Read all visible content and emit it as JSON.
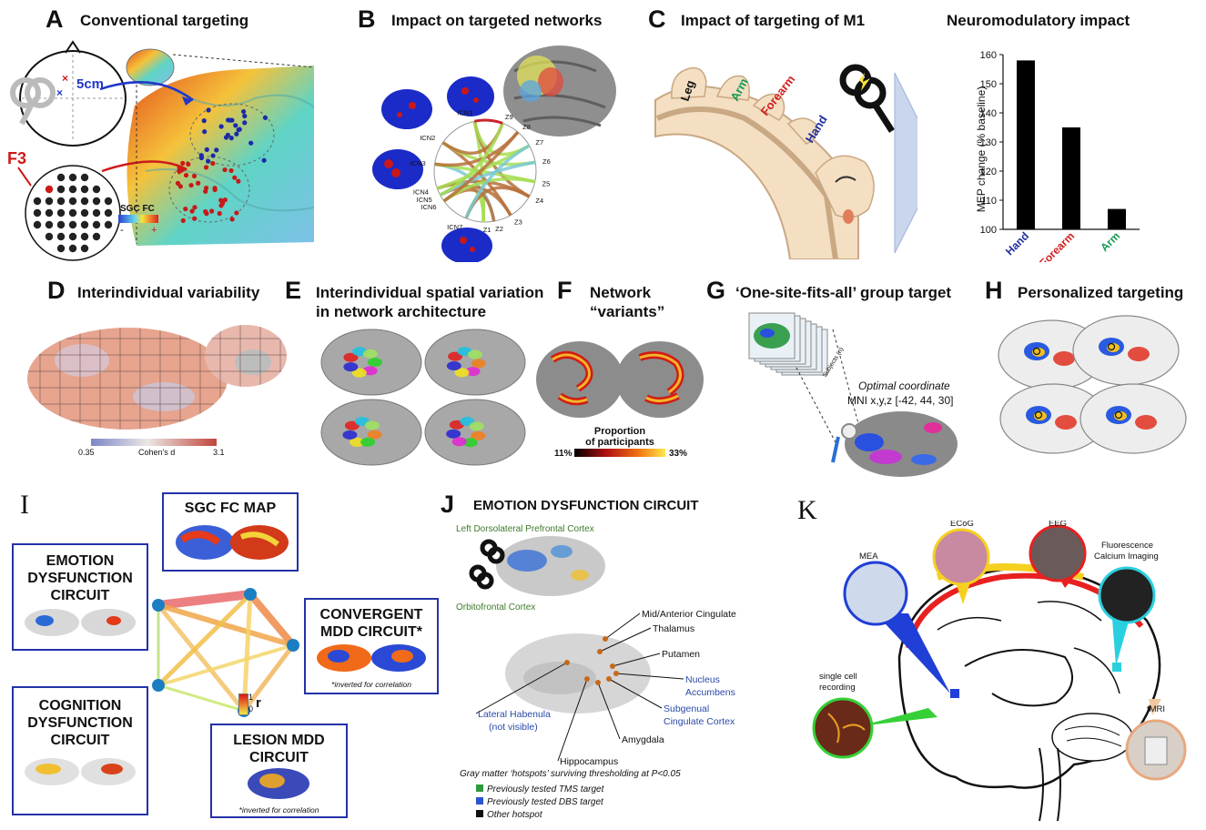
{
  "panels": {
    "A": {
      "letter": "A",
      "title": "Conventional targeting",
      "distance_label": "5cm",
      "site_label": "F3",
      "colorbar_label": "SGC FC",
      "colorbar_min": "-",
      "colorbar_max": "+"
    },
    "B": {
      "letter": "B",
      "title": "Impact on targeted networks",
      "icn_labels": [
        "ICN1",
        "ICN2",
        "ICN3",
        "ICN4",
        "ICN5",
        "ICN6",
        "ICN7"
      ],
      "z_labels": [
        "Z1",
        "Z2",
        "Z3",
        "Z4",
        "Z5",
        "Z6",
        "Z7",
        "Z8",
        "Z9"
      ]
    },
    "C": {
      "letter": "C",
      "title": "Impact of targeting of M1",
      "body_labels": [
        "Leg",
        "Arm",
        "Forearm",
        "Hand"
      ],
      "colors": {
        "Leg": "#111111",
        "Arm": "#1a9a55",
        "Forearm": "#d11f1f",
        "Hand": "#1f2fa0"
      }
    },
    "C_chart": {
      "title": "Neuromodulatory impact"
    },
    "D": {
      "letter": "D",
      "title": "Interindividual variability",
      "scale_min": "0.35",
      "scale_max": "3.1",
      "scale_label": "Cohen's d"
    },
    "E": {
      "letter": "E",
      "title_line1": "Interindividual spatial variation",
      "title_line2": "in network architecture"
    },
    "F": {
      "letter": "F",
      "title_line1": "Network",
      "title_line2": "“variants”",
      "legend_line1": "Proportion",
      "legend_line2": "of participants",
      "scale_min": "11%",
      "scale_max": "33%"
    },
    "G": {
      "letter": "G",
      "title": "‘One-site-fits-all’ group target",
      "stack_label": "Subjects (n)",
      "coord_label": "Optimal coordinate",
      "coord_value": "MNI x,y,z [-42, 44, 30]"
    },
    "H": {
      "letter": "H",
      "title": "Personalized targeting"
    },
    "I": {
      "letter": "I",
      "boxes": {
        "sgc": {
          "title": "SGC FC MAP"
        },
        "emotion": {
          "line1": "EMOTION",
          "line2": "DYSFUNCTION",
          "line3": "CIRCUIT"
        },
        "convergent": {
          "line1": "CONVERGENT",
          "line2": "MDD CIRCUIT*",
          "note": "*inverted for correlation"
        },
        "cognition": {
          "line1": "COGNITION",
          "line2": "DYSFUNCTION",
          "line3": "CIRCUIT"
        },
        "lesion": {
          "line1": "LESION MDD",
          "line2": "CIRCUIT",
          "note": "*inverted for correlation"
        }
      },
      "colorbar_top": "1",
      "colorbar_bottom": "0",
      "colorbar_var": "r"
    },
    "J": {
      "letter": "J",
      "title": "EMOTION DYSFUNCTION CIRCUIT",
      "cortex_labels": [
        "Left Dorsolateral Prefrontal Cortex",
        "Orbitofrontal Cortex"
      ],
      "region_labels": [
        "Mid/Anterior Cingulate",
        "Thalamus",
        "Putamen",
        "Nucleus",
        "Accumbens",
        "Subgenual",
        "Cingulate Cortex",
        "Lateral Habenula",
        "(not visible)",
        "Amygdala",
        "Hippocampus"
      ],
      "legend_title": "Gray matter ‘hotspots’ surviving thresholding at P<0.05",
      "legend_items": [
        "Previously tested TMS target",
        "Previously tested DBS target",
        "Other hotspot"
      ],
      "legend_colors": [
        "#2e9a3e",
        "#2a56c9",
        "#111111"
      ]
    },
    "K": {
      "letter": "K",
      "modalities": [
        "MEA",
        "ECoG",
        "EEG",
        "Fluorescence",
        "Calcium Imaging",
        "single cell",
        "recording",
        "fMRI"
      ]
    }
  },
  "chart_data": {
    "type": "bar",
    "title": "",
    "categories": [
      "Hand",
      "Forearm",
      "Arm"
    ],
    "category_colors": [
      "#1f2fa0",
      "#d11f1f",
      "#1a9a55"
    ],
    "values": [
      158,
      135,
      107
    ],
    "ylabel": "MEP change (% baseline)",
    "xlabel": "",
    "ylim": [
      100,
      160
    ],
    "yticks": [
      100,
      110,
      120,
      130,
      140,
      150,
      160
    ],
    "bar_color": "#000000",
    "grid": false
  }
}
